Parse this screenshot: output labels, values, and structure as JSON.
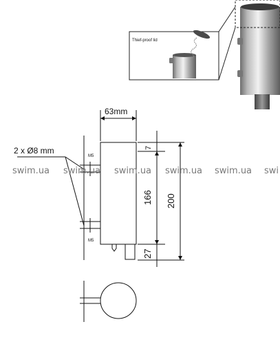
{
  "inset": {
    "caption": "Thief-proof lid"
  },
  "dimensions": {
    "width": "63mm",
    "holes": "2 x Ø8 mm",
    "screw_top": "M5",
    "screw_bottom": "M5",
    "top_offset": "7",
    "hole_spacing": "166",
    "total_height": "200",
    "bottom_offset": "27"
  },
  "watermark": {
    "text": "swim.ua",
    "clipped": "swi"
  }
}
